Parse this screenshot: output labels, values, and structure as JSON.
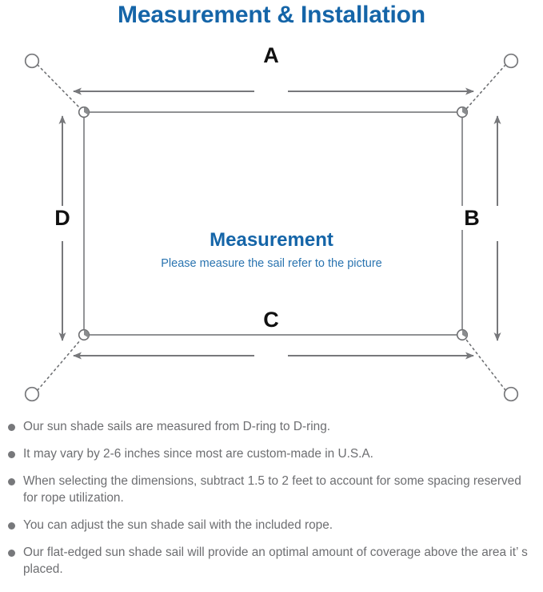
{
  "page": {
    "title": "Measurement & Installation",
    "background_color": "#ffffff",
    "accent_color": "#1565a8",
    "line_color": "#808285",
    "text_color": "#6d6e71"
  },
  "diagram": {
    "center_title": "Measurement",
    "center_subtitle": "Please measure the sail refer to the picture",
    "dimension_labels": {
      "top": "A",
      "right": "B",
      "bottom": "C",
      "left": "D"
    },
    "icons": {
      "anchor_ring": "anchor-ring-icon",
      "d_ring": "d-ring-icon",
      "rope": "dotted-rope-line",
      "sail": "shade-sail-outline"
    }
  },
  "notes": [
    "Our sun shade sails are measured from D-ring to D-ring.",
    "It may vary by 2-6 inches since most are custom-made in U.S.A.",
    "When selecting the dimensions, subtract 1.5 to 2 feet to account for some spacing reserved for rope utilization.",
    "You can adjust the sun shade sail with the included rope.",
    "Our flat-edged sun shade sail will provide an optimal amount of coverage above the area it’ s placed."
  ]
}
